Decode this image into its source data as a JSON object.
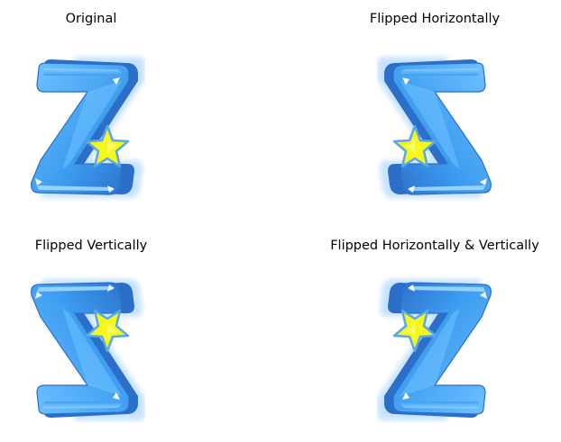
{
  "panels": [
    {
      "title": "Original",
      "flip": "none"
    },
    {
      "title": "Flipped Horizontally",
      "flip": "horizontal"
    },
    {
      "title": "Flipped Vertically",
      "flip": "vertical"
    },
    {
      "title": "Flipped Horizontally & Vertically",
      "flip": "both"
    }
  ],
  "image": {
    "icon": "z-with-star-logo-icon",
    "colors": {
      "z_light": "#6fc3ff",
      "z_mid": "#3d9cf0",
      "z_dark": "#2b6fc9",
      "glow": "#b9dcff",
      "star_fill": "#f6f71d",
      "star_edge": "#58a8e8"
    }
  }
}
